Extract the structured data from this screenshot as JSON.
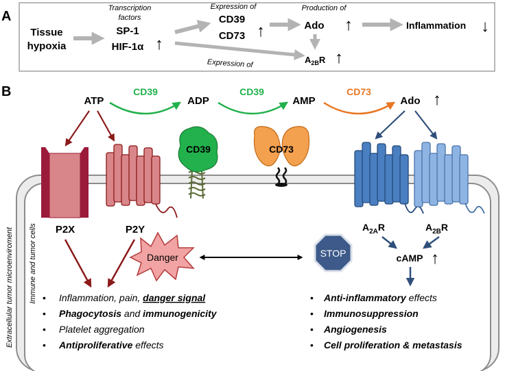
{
  "panel_a": {
    "label": "A",
    "tissue_line1": "Tissue",
    "tissue_line2": "hypoxia",
    "tf_caption_line1": "Transcription",
    "tf_caption_line2": "factors",
    "sp1": "SP-1",
    "hif": "HIF-1α",
    "expr_caption": "Expression of",
    "cd39": "CD39",
    "cd73": "CD73",
    "prod_caption": "Production of",
    "ado": "Ado",
    "inflammation": "Inflammation",
    "a2br_base": "A",
    "a2br_sub": "2B",
    "a2br_end": "R",
    "expr_caption_lower": "Expression of",
    "up_symbol": "↑",
    "down_symbol": "↓"
  },
  "panel_b": {
    "label": "B",
    "atp": "ATP",
    "adp": "ADP",
    "amp": "AMP",
    "ado": "Ado",
    "enzyme1": "CD39",
    "enzyme2": "CD39",
    "enzyme3": "CD73",
    "cd39_receptor": "CD39",
    "cd73_receptor": "CD73",
    "p2x": "P2X",
    "p2y": "P2Y",
    "a2ar_base": "A",
    "a2ar_sub": "2A",
    "a2ar_end": "R",
    "a2br_base": "A",
    "a2br_sub": "2B",
    "a2br_end": "R",
    "camp": "cAMP",
    "danger": "Danger",
    "stop": "STOP",
    "side_outer": "Extracellular tumor microenviroment",
    "side_inner": "Immune and tumor cells",
    "up_symbol": "↑",
    "bullet": "•",
    "left_effects": {
      "l1_a": "Inflammation, pain, ",
      "l1_b": "danger signal",
      "l2_a": "Phagocytosis",
      "l2_b": " and ",
      "l2_c": "immunogenicity",
      "l3": "Platelet aggregation",
      "l4_a": "Antiproliferative",
      "l4_b": " effects"
    },
    "right_effects": {
      "r1_a": "Anti-inflammatory",
      "r1_b": " effects",
      "r2": "Immunosuppression",
      "r3": "Angiogenesis",
      "r4": "Cell proliferation & metastasis"
    }
  },
  "colors": {
    "p2_red": "#8b1a1a",
    "p2_light": "#d9868a",
    "p2x_dark": "#9b1b3a",
    "green": "#22b14c",
    "orange": "#e87722",
    "blue_dark": "#2f5b8f",
    "blue_mid": "#4a7fc1",
    "blue_light": "#8eb4e3",
    "gray_arrow": "#b3b3b3",
    "stop": "#3d5a8a"
  }
}
